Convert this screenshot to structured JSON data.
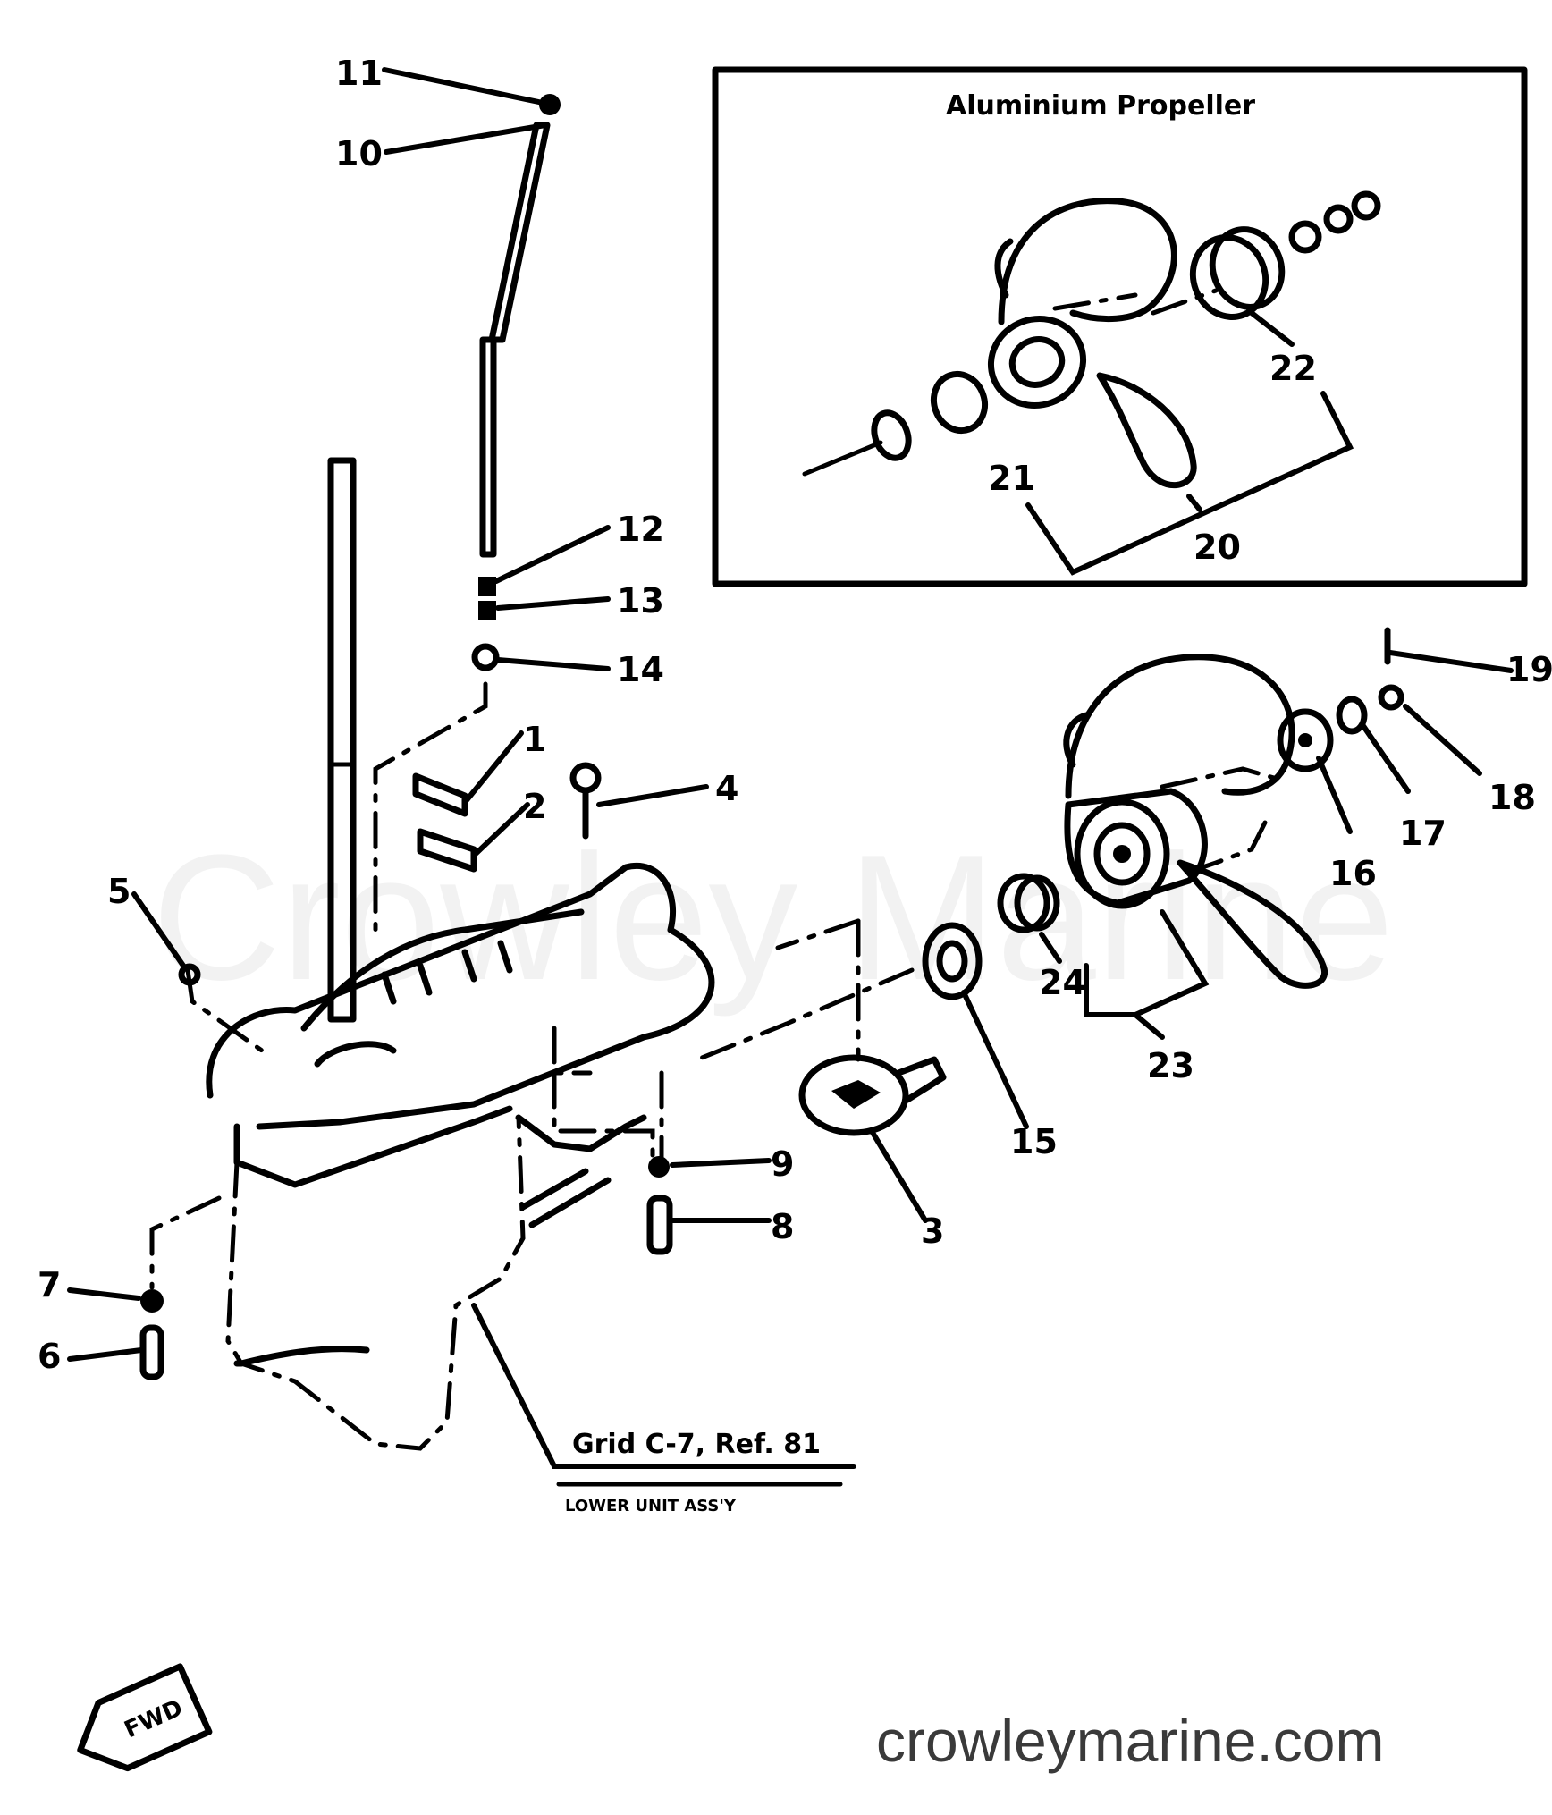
{
  "inset": {
    "title": "Aluminium Propeller",
    "callouts": [
      "22",
      "21",
      "20"
    ]
  },
  "callouts": [
    "11",
    "10",
    "12",
    "13",
    "14",
    "1",
    "2",
    "4",
    "5",
    "19",
    "18",
    "17",
    "16",
    "24",
    "23",
    "15",
    "3",
    "9",
    "8",
    "7",
    "6"
  ],
  "reference": {
    "line1": "Grid C-7, Ref. 81",
    "line2": "LOWER UNIT ASS'Y"
  },
  "fwd_label": "FWD",
  "watermark": "Crowley Marine",
  "site_url": "crowleymarine.com"
}
